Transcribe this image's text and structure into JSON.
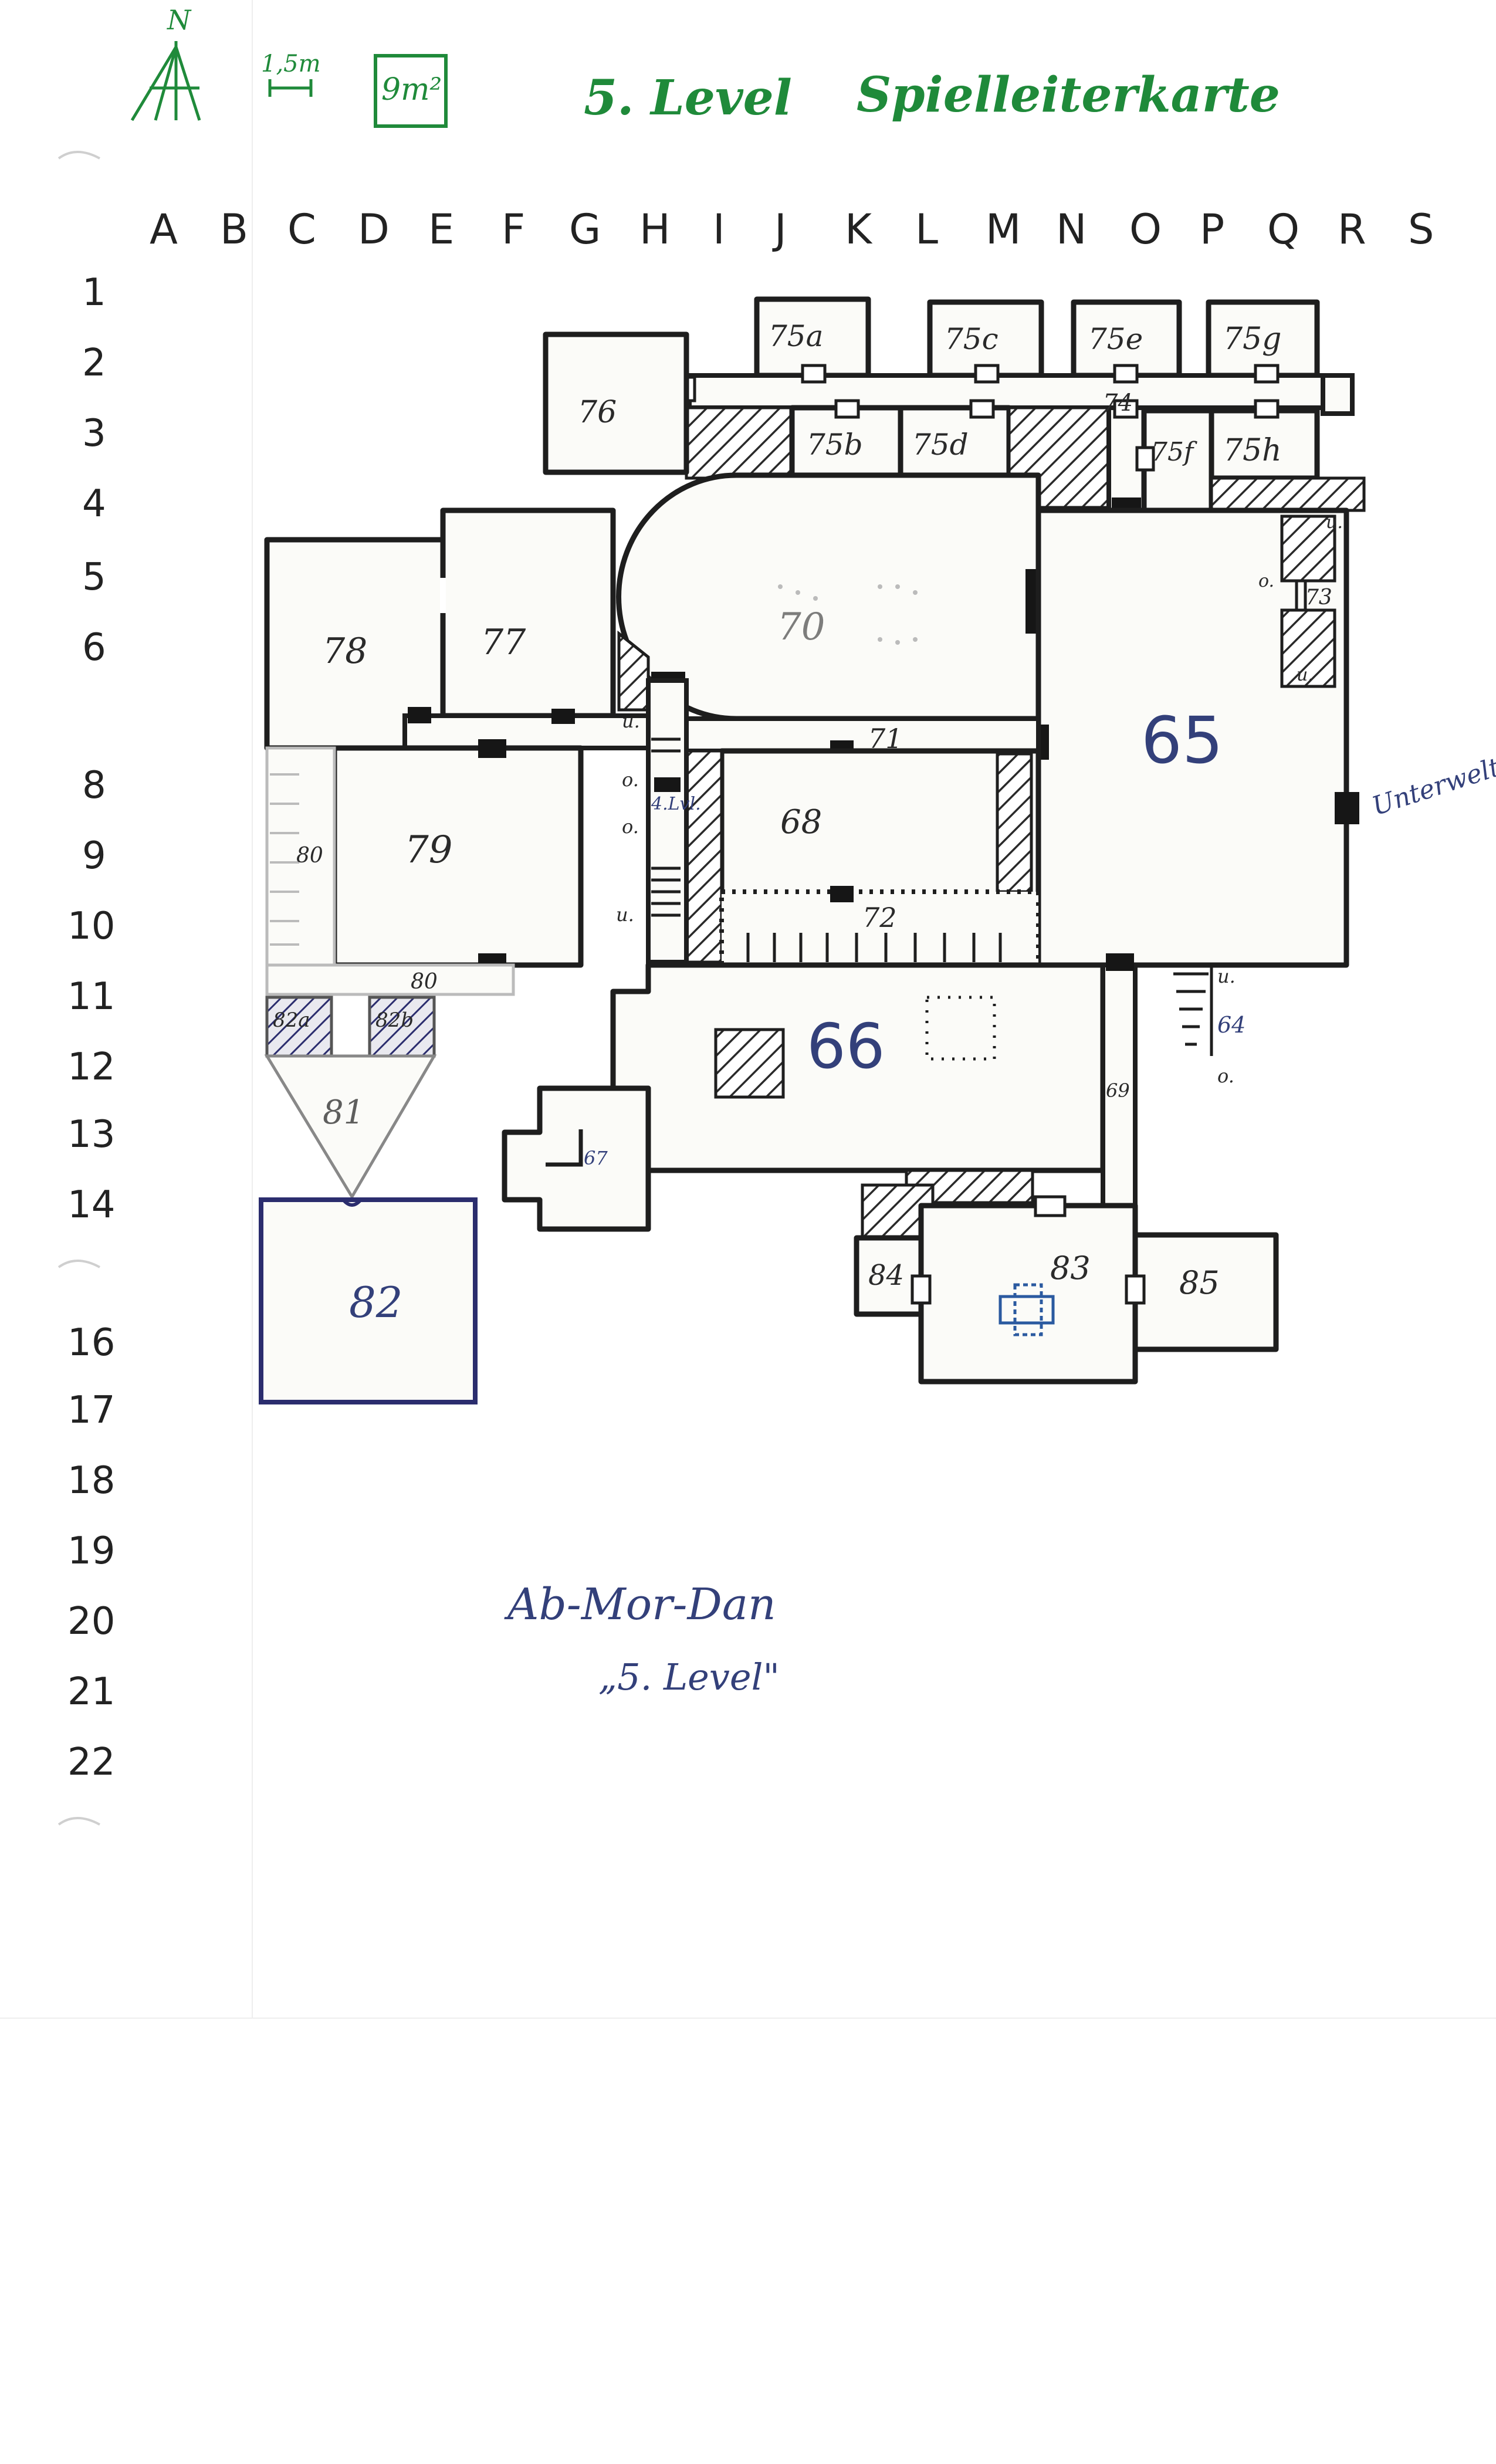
{
  "title": {
    "level": "5. Level",
    "kind": "Spielleiterkarte"
  },
  "legend": {
    "north": "N",
    "scale": "1,5m",
    "area": "9m²"
  },
  "columns": [
    "A",
    "B",
    "C",
    "D",
    "E",
    "F",
    "G",
    "H",
    "I",
    "J",
    "K",
    "L",
    "M",
    "N",
    "O",
    "P",
    "Q",
    "R",
    "S"
  ],
  "rows": [
    "1",
    "2",
    "3",
    "4",
    "5",
    "6",
    "8",
    "9",
    "10",
    "11",
    "12",
    "13",
    "14",
    "16",
    "17",
    "18",
    "19",
    "20",
    "21",
    "22"
  ],
  "rooms": {
    "r65": "65",
    "r66": "66",
    "r67": "67",
    "r68": "68",
    "r69": "69",
    "r70": "70",
    "r71": "71",
    "r72": "72",
    "r73": "73",
    "r74": "74",
    "r75a": "75a",
    "r75b": "75b",
    "r75c": "75c",
    "r75d": "75d",
    "r75e": "75e",
    "r75f": "75f",
    "r75g": "75g",
    "r75h": "75h",
    "r76": "76",
    "r77": "77",
    "r78": "78",
    "r79": "79",
    "r80a": "80",
    "r80b": "80",
    "r81": "81",
    "r82a": "82a",
    "r82b": "82b",
    "r82": "82",
    "r83": "83",
    "r84": "84",
    "r85": "85",
    "r64": "64"
  },
  "stair_marks": {
    "u1": "u.",
    "o1": "o.",
    "o2": "o.",
    "u2": "u.",
    "u3": "u.",
    "o3": "o.",
    "u4": "u.",
    "o4": "o.",
    "lvl4": "4.Lvl."
  },
  "exit_label": "Unterwelt",
  "footer": {
    "dungeon": "Ab-Mor-Dan",
    "level_quote": "„5. Level\""
  },
  "colors": {
    "ink": "#1e1e1e",
    "blue_ink": "#33407a",
    "green_ink": "#1f8a3a"
  }
}
